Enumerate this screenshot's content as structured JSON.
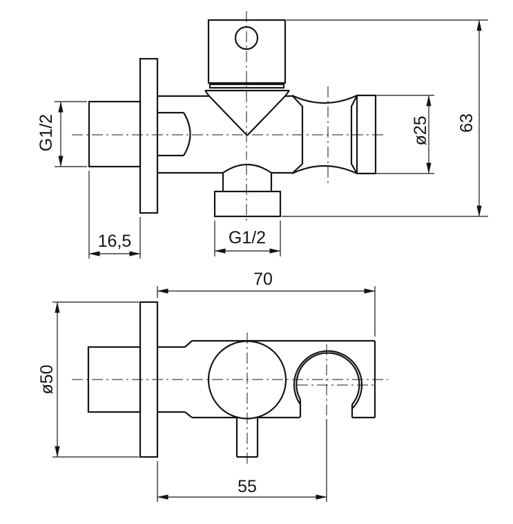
{
  "drawing": {
    "background_color": "#ffffff",
    "line_color": "#141414",
    "views": [
      {
        "id": "side-view"
      },
      {
        "id": "front-view"
      }
    ],
    "dimensions": {
      "inlet_thread": {
        "label": "G1/2"
      },
      "flange_depth": {
        "label": "16,5"
      },
      "outlet_thread": {
        "label": "G1/2"
      },
      "body_diameter": {
        "label": "ø25"
      },
      "overall_height": {
        "label": "63"
      },
      "flange_diameter": {
        "label": "ø50"
      },
      "overall_width": {
        "label": "70"
      },
      "holder_center_offset": {
        "label": "55"
      }
    }
  }
}
